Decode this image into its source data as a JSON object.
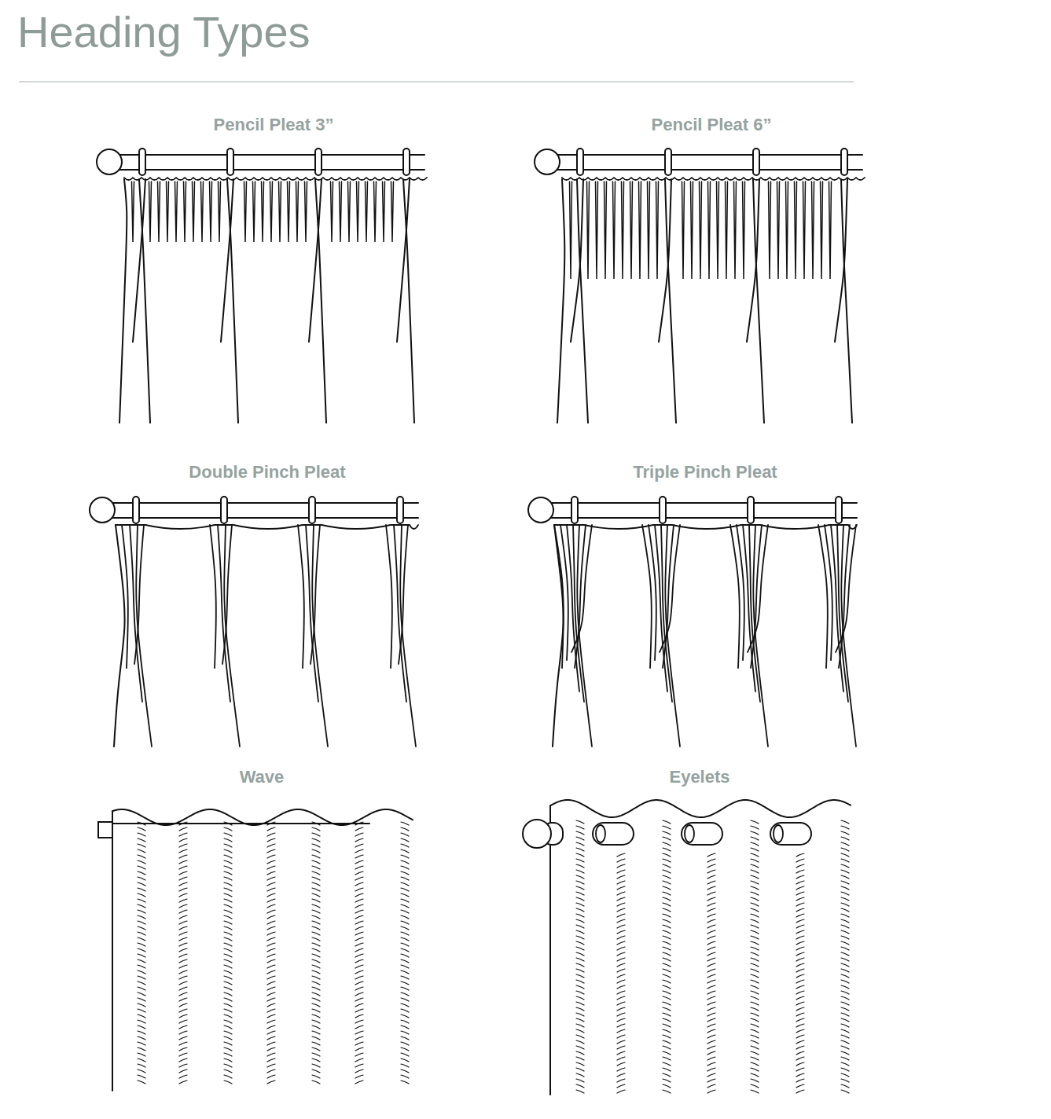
{
  "diagram": {
    "title": "Heading Types",
    "labels": [
      "Pencil Pleat 3”",
      "Pencil Pleat 6”",
      "Double Pinch Pleat",
      "Triple Pinch Pleat",
      "Wave",
      "Eyelets"
    ]
  }
}
